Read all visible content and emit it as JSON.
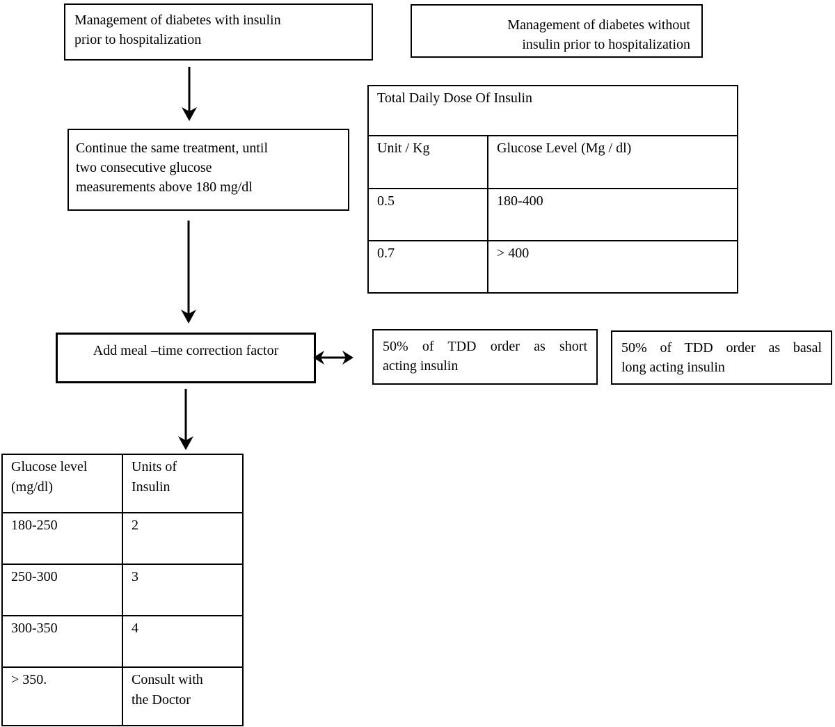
{
  "palette": {
    "ink": "#000000",
    "background": "#ffffff"
  },
  "boxes": {
    "with_insulin": {
      "lines": [
        "Management of diabetes with insulin",
        "prior to hospitalization"
      ]
    },
    "without_insulin": {
      "lines": [
        "Management of diabetes without",
        "insulin prior to hospitalization"
      ]
    },
    "continue_treatment": {
      "lines": [
        "Continue the same treatment, until",
        "two consecutive glucose",
        "measurements above 180 mg/dl"
      ]
    },
    "add_meal": {
      "label": "Add meal –time correction factor"
    },
    "short_acting": {
      "lines": [
        "50% of TDD order as short",
        "acting insulin"
      ]
    },
    "basal_long_acting": {
      "lines": [
        "50% of TDD order as basal",
        "long acting insulin"
      ]
    }
  },
  "tdd_table": {
    "title": "Total Daily Dose Of Insulin",
    "col1_header": "Unit / Kg",
    "col2_header": "Glucose Level (Mg / dl)",
    "rows": [
      {
        "unit_per_kg": "0.5",
        "glucose": "180-400"
      },
      {
        "unit_per_kg": "0.7",
        "glucose": "> 400"
      }
    ]
  },
  "correction_table": {
    "col1_header_lines": [
      "Glucose level",
      "(mg/dl)"
    ],
    "col2_header_lines": [
      "Units of",
      "Insulin"
    ],
    "rows": [
      {
        "glucose": "180-250",
        "units_lines": [
          "2"
        ]
      },
      {
        "glucose": "250-300",
        "units_lines": [
          "3"
        ]
      },
      {
        "glucose": "300-350",
        "units_lines": [
          "4"
        ]
      },
      {
        "glucose": "> 350.",
        "units_lines": [
          "Consult with",
          "the Doctor"
        ]
      }
    ]
  }
}
